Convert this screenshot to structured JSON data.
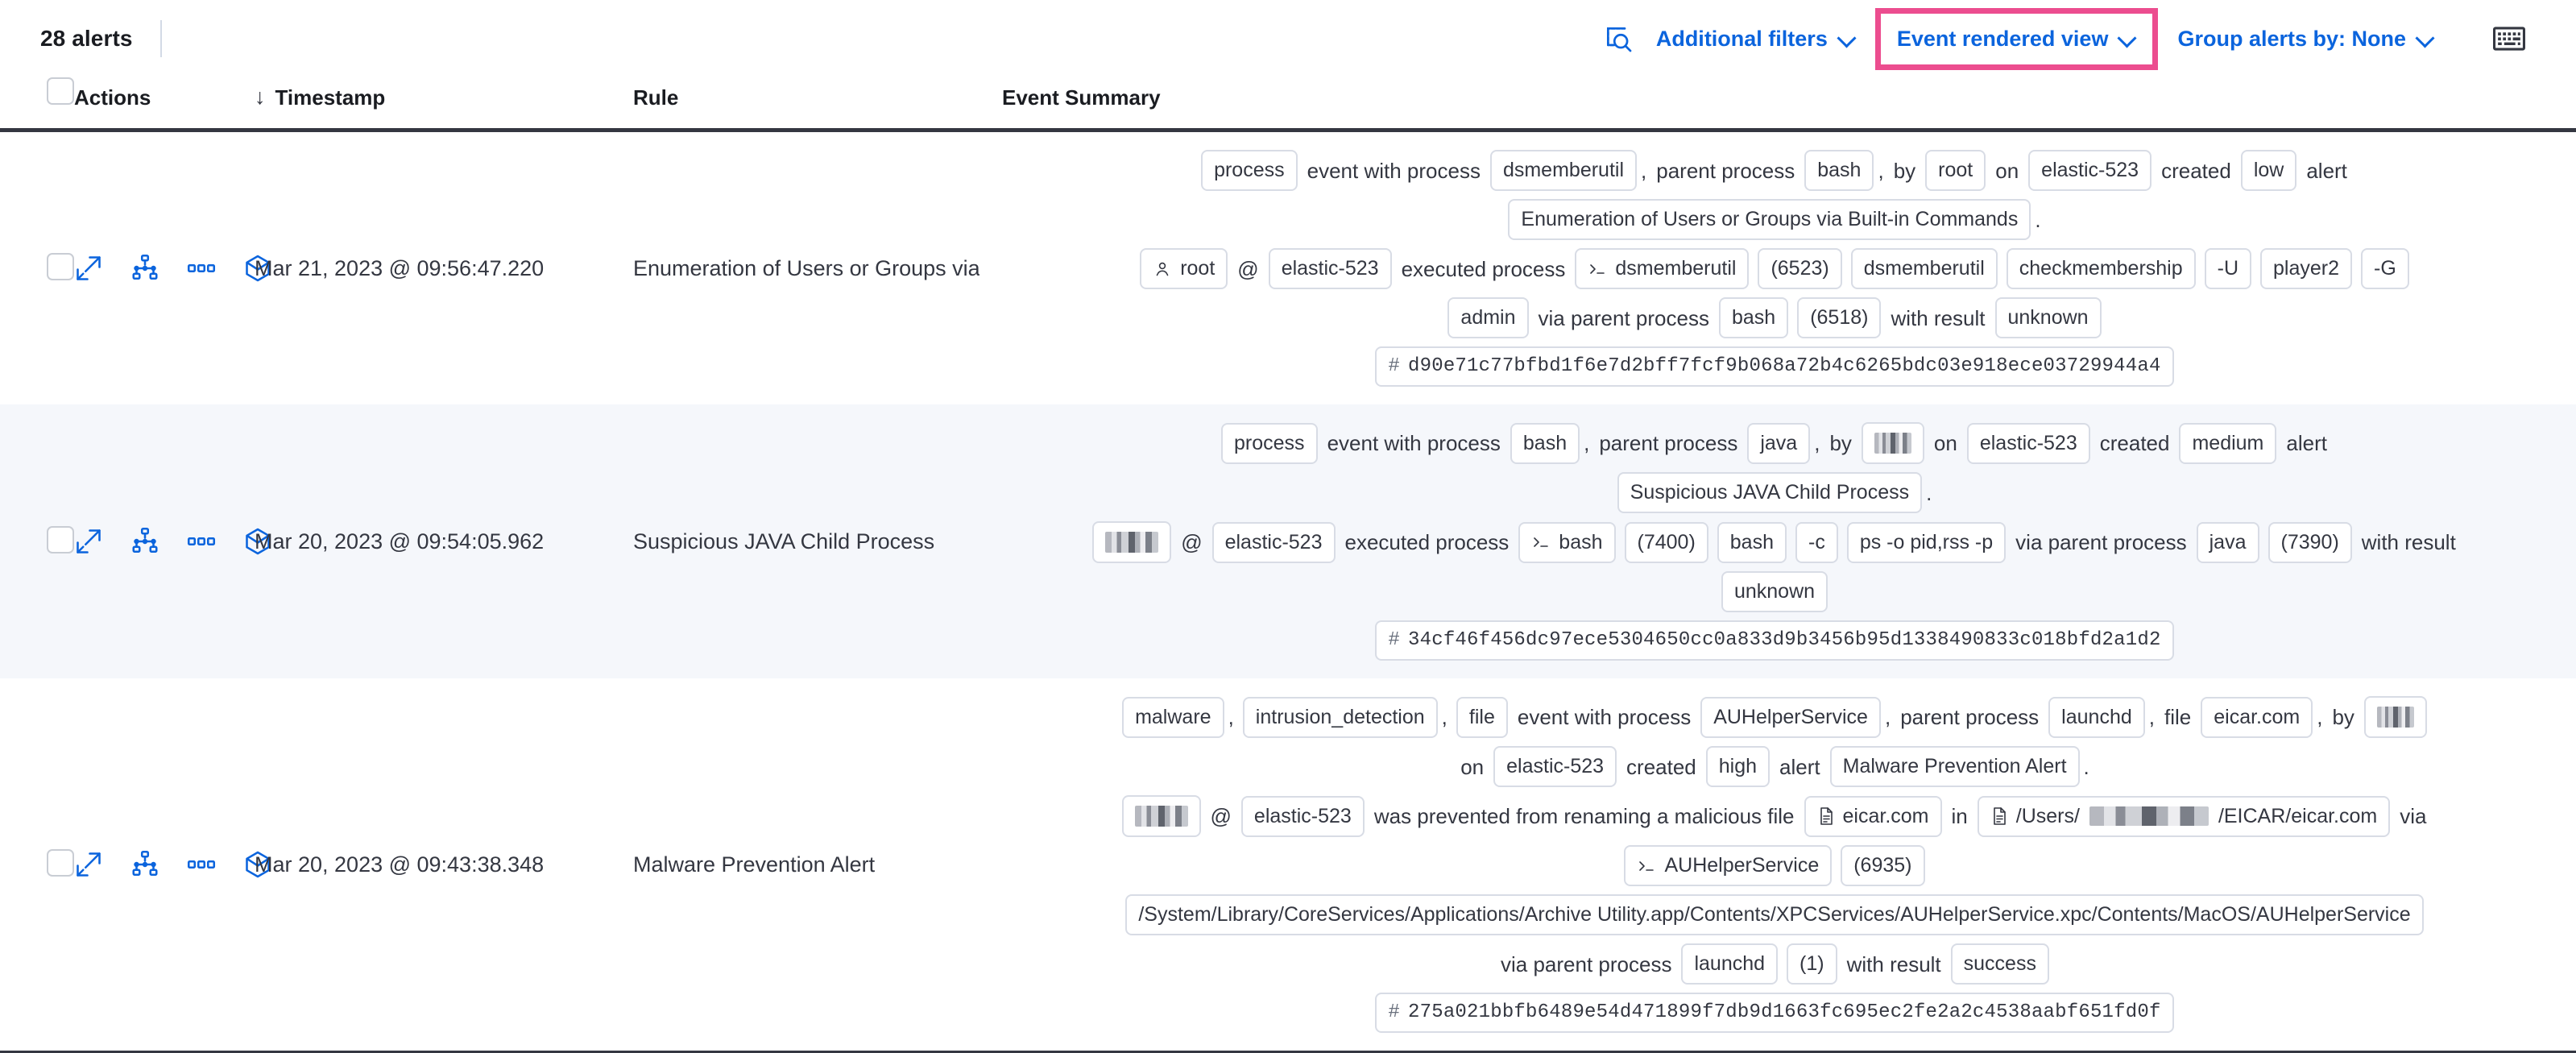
{
  "toolbar": {
    "alerts_count_label": "28 alerts",
    "inspect_icon": "inspect-search-icon",
    "additional_filters_label": "Additional filters",
    "event_rendered_view_label": "Event rendered view",
    "group_alerts_label": "Group alerts by: None",
    "keyboard_icon": "keyboard-icon",
    "highlight_color": "#ec4d8f",
    "link_color": "#0b64dd"
  },
  "table": {
    "columns": [
      {
        "key": "checkbox",
        "label": ""
      },
      {
        "key": "actions",
        "label": "Actions"
      },
      {
        "key": "timestamp",
        "label": "Timestamp",
        "sorted": true,
        "sort_arrow": "↓"
      },
      {
        "key": "rule",
        "label": "Rule"
      },
      {
        "key": "summary",
        "label": "Event Summary"
      }
    ],
    "action_icons": [
      "expand-icon",
      "analyzer-graph-icon",
      "more-actions-icon",
      "session-view-icon"
    ],
    "rows": [
      {
        "timestamp": "Mar 21, 2023 @ 09:56:47.220",
        "rule": "Enumeration of Users or Groups via Bui",
        "severity": "low",
        "summary_lines": [
          [
            {
              "t": "chip",
              "v": "process"
            },
            {
              "t": "txt",
              "v": "event with process"
            },
            {
              "t": "chip",
              "v": "dsmemberutil"
            },
            {
              "t": "punct",
              "v": ","
            },
            {
              "t": "txt",
              "v": "parent process"
            },
            {
              "t": "chip",
              "v": "bash"
            },
            {
              "t": "punct",
              "v": ","
            },
            {
              "t": "txt",
              "v": "by"
            },
            {
              "t": "chip",
              "v": "root"
            },
            {
              "t": "txt",
              "v": "on"
            },
            {
              "t": "chip",
              "v": "elastic-523"
            },
            {
              "t": "txt",
              "v": "created"
            },
            {
              "t": "chip",
              "v": "low"
            },
            {
              "t": "txt",
              "v": "alert"
            }
          ],
          [
            {
              "t": "chip",
              "v": "Enumeration of Users or Groups via Built-in Commands"
            },
            {
              "t": "punct",
              "v": "."
            }
          ],
          [
            {
              "t": "chip",
              "v": "root",
              "icon": "user-icon"
            },
            {
              "t": "txt",
              "v": "@"
            },
            {
              "t": "chip",
              "v": "elastic-523"
            },
            {
              "t": "txt",
              "v": "executed process"
            },
            {
              "t": "chip",
              "v": "dsmemberutil",
              "icon": "console-icon"
            },
            {
              "t": "chip",
              "v": "(6523)"
            },
            {
              "t": "chip",
              "v": "dsmemberutil"
            },
            {
              "t": "chip",
              "v": "checkmembership"
            },
            {
              "t": "chip",
              "v": "-U"
            },
            {
              "t": "chip",
              "v": "player2"
            },
            {
              "t": "chip",
              "v": "-G"
            }
          ],
          [
            {
              "t": "chip",
              "v": "admin"
            },
            {
              "t": "txt",
              "v": "via parent process"
            },
            {
              "t": "chip",
              "v": "bash"
            },
            {
              "t": "chip",
              "v": "(6518)"
            },
            {
              "t": "txt",
              "v": "with result"
            },
            {
              "t": "chip",
              "v": "unknown"
            }
          ],
          [
            {
              "t": "chip",
              "v": "d90e71c77bfbd1f6e7d2bff7fcf9b068a72b4c6265bdc03e918ece03729944a4",
              "icon": "hash-icon",
              "mono": true
            }
          ]
        ]
      },
      {
        "timestamp": "Mar 20, 2023 @ 09:54:05.962",
        "rule": "Suspicious JAVA Child Process",
        "severity": "medium",
        "summary_lines": [
          [
            {
              "t": "chip",
              "v": "process"
            },
            {
              "t": "txt",
              "v": "event with process"
            },
            {
              "t": "chip",
              "v": "bash"
            },
            {
              "t": "punct",
              "v": ","
            },
            {
              "t": "txt",
              "v": "parent process"
            },
            {
              "t": "chip",
              "v": "java"
            },
            {
              "t": "punct",
              "v": ","
            },
            {
              "t": "txt",
              "v": "by"
            },
            {
              "t": "chip",
              "v": "",
              "redact": "sm"
            },
            {
              "t": "txt",
              "v": "on"
            },
            {
              "t": "chip",
              "v": "elastic-523"
            },
            {
              "t": "txt",
              "v": "created"
            },
            {
              "t": "chip",
              "v": "medium"
            },
            {
              "t": "txt",
              "v": "alert"
            }
          ],
          [
            {
              "t": "chip",
              "v": "Suspicious JAVA Child Process"
            },
            {
              "t": "punct",
              "v": "."
            }
          ],
          [
            {
              "t": "chip",
              "v": "",
              "redact": "md"
            },
            {
              "t": "txt",
              "v": "@"
            },
            {
              "t": "chip",
              "v": "elastic-523"
            },
            {
              "t": "txt",
              "v": "executed process"
            },
            {
              "t": "chip",
              "v": "bash",
              "icon": "console-icon"
            },
            {
              "t": "chip",
              "v": "(7400)"
            },
            {
              "t": "chip",
              "v": "bash"
            },
            {
              "t": "chip",
              "v": "-c"
            },
            {
              "t": "chip",
              "v": "ps -o pid,rss -p"
            },
            {
              "t": "txt",
              "v": "via parent process"
            },
            {
              "t": "chip",
              "v": "java"
            },
            {
              "t": "chip",
              "v": "(7390)"
            },
            {
              "t": "txt",
              "v": "with result"
            }
          ],
          [
            {
              "t": "chip",
              "v": "unknown"
            }
          ],
          [
            {
              "t": "chip",
              "v": "34cf46f456dc97ece5304650cc0a833d9b3456b95d1338490833c018bfd2a1d2",
              "icon": "hash-icon",
              "mono": true
            }
          ]
        ]
      },
      {
        "timestamp": "Mar 20, 2023 @ 09:43:38.348",
        "rule": "Malware Prevention Alert",
        "severity": "high",
        "summary_lines": [
          [
            {
              "t": "chip",
              "v": "malware"
            },
            {
              "t": "punct",
              "v": ","
            },
            {
              "t": "chip",
              "v": "intrusion_detection"
            },
            {
              "t": "punct",
              "v": ","
            },
            {
              "t": "chip",
              "v": "file"
            },
            {
              "t": "txt",
              "v": "event with process"
            },
            {
              "t": "chip",
              "v": "AUHelperService"
            },
            {
              "t": "punct",
              "v": ","
            },
            {
              "t": "txt",
              "v": "parent process"
            },
            {
              "t": "chip",
              "v": "launchd"
            },
            {
              "t": "punct",
              "v": ","
            },
            {
              "t": "txt",
              "v": "file"
            },
            {
              "t": "chip",
              "v": "eicar.com"
            },
            {
              "t": "punct",
              "v": ","
            },
            {
              "t": "txt",
              "v": "by"
            },
            {
              "t": "chip",
              "v": "",
              "redact": "sm"
            }
          ],
          [
            {
              "t": "txt",
              "v": "on"
            },
            {
              "t": "chip",
              "v": "elastic-523"
            },
            {
              "t": "txt",
              "v": "created"
            },
            {
              "t": "chip",
              "v": "high"
            },
            {
              "t": "txt",
              "v": "alert"
            },
            {
              "t": "chip",
              "v": "Malware Prevention Alert"
            },
            {
              "t": "punct",
              "v": "."
            }
          ],
          [
            {
              "t": "chip",
              "v": "",
              "redact": "md"
            },
            {
              "t": "txt",
              "v": "@"
            },
            {
              "t": "chip",
              "v": "elastic-523"
            },
            {
              "t": "txt",
              "v": "was prevented from renaming a malicious file"
            },
            {
              "t": "chip",
              "v": "eicar.com",
              "icon": "file-icon"
            },
            {
              "t": "txt",
              "v": "in"
            },
            {
              "t": "chip",
              "v": "/Users/",
              "icon": "file-icon",
              "suffix": "/EICAR/eicar.com",
              "redact_inline": true
            },
            {
              "t": "txt",
              "v": "via"
            }
          ],
          [
            {
              "t": "chip",
              "v": "AUHelperService",
              "icon": "console-icon"
            },
            {
              "t": "chip",
              "v": "(6935)"
            }
          ],
          [
            {
              "t": "chip",
              "v": "/System/Library/CoreServices/Applications/Archive Utility.app/Contents/XPCServices/AUHelperService.xpc/Contents/MacOS/AUHelperService"
            }
          ],
          [
            {
              "t": "txt",
              "v": "via parent process"
            },
            {
              "t": "chip",
              "v": "launchd"
            },
            {
              "t": "chip",
              "v": "(1)"
            },
            {
              "t": "txt",
              "v": "with result"
            },
            {
              "t": "chip",
              "v": "success"
            }
          ],
          [
            {
              "t": "chip",
              "v": "275a021bbfb6489e54d471899f7db9d1663fc695ec2fe2a2c4538aabf651fd0f",
              "icon": "hash-icon",
              "mono": true
            }
          ]
        ]
      }
    ]
  }
}
